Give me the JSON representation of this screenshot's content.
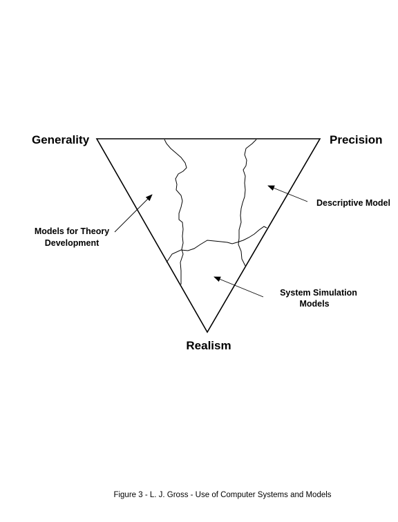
{
  "corners": {
    "generality": "Generality",
    "precision": "Precision",
    "realism": "Realism"
  },
  "regions": {
    "theory_line1": "Models for Theory",
    "theory_line2": "Development",
    "descriptive": "Descriptive Model",
    "simulation_line1": "System Simulation",
    "simulation_line2": "Models"
  },
  "caption": "Figure 3 - L. J. Gross - Use of Computer Systems and Models"
}
